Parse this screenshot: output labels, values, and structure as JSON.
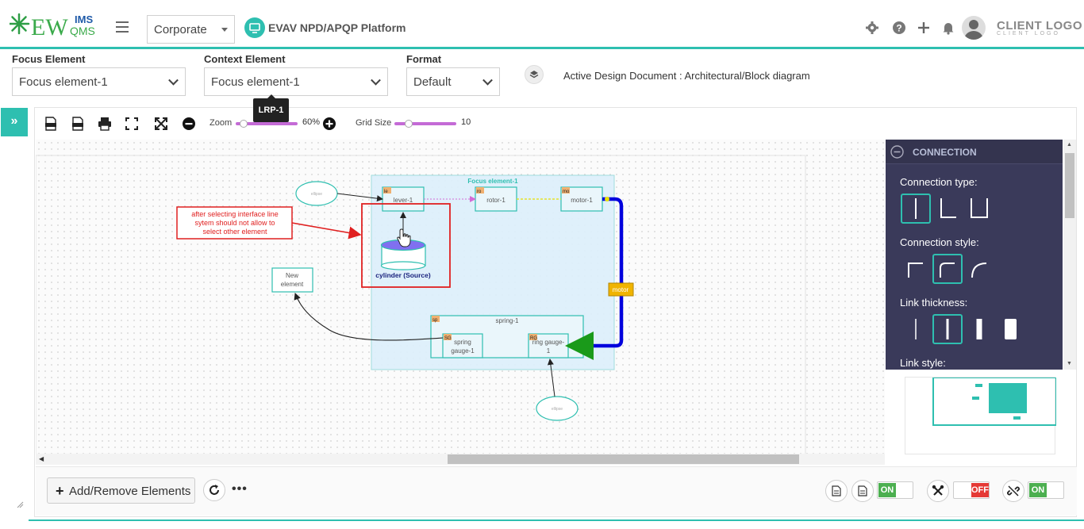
{
  "header": {
    "logo_main": "EW",
    "logo_sub_top": "IMS",
    "logo_sub_bottom": "QMS",
    "company_select": "Corporate",
    "platform_title": "EVAV NPD/APQP Platform",
    "client_logo": "CLIENT LOGO",
    "client_logo_sub": "CLIENT LOGO",
    "icons": [
      "gear-icon",
      "help-icon",
      "plus-icon",
      "bell-icon",
      "avatar"
    ]
  },
  "filters": {
    "focus_label": "Focus Element",
    "focus_value": "Focus element-1",
    "context_label": "Context Element",
    "context_value": "Focus element-1",
    "context_tooltip": "LRP-1",
    "format_label": "Format",
    "format_value": "Default",
    "active_doc": "Active Design Document : Architectural/Block diagram"
  },
  "toolbar": {
    "zoom_label": "Zoom",
    "zoom_value": "60%",
    "grid_label": "Grid Size",
    "grid_value": "10",
    "icons": [
      "svg-export-icon",
      "png-export-icon",
      "print-icon",
      "fit-screen-icon",
      "expand-icon",
      "zoom-out-icon",
      "zoom-in-icon"
    ]
  },
  "diagram": {
    "focus_group": "Focus element-1",
    "nodes": {
      "lever_tag": "le",
      "lever": "lever-1",
      "rotor_tag": "ro",
      "rotor": "rotor-1",
      "motor_tag": "mo",
      "motor": "motor-1",
      "spring_tag": "sp",
      "spring": "spring-1",
      "sg_tag": "SG",
      "spring_gauge_line1": "spring",
      "spring_gauge_line2": "gauge-1",
      "rg_tag": "RG",
      "ring_gauge_line1": "ring gauge-",
      "ring_gauge_line2": "1",
      "new_line1": "New",
      "new_line2": "element",
      "ellipse_top": "ellipse",
      "ellipse_bottom": "ellipse",
      "cylinder": "cylinder (Source)"
    },
    "link_label": "motor",
    "annotation_line1": "after selecting interface line",
    "annotation_line2": "sytem should not allow to",
    "annotation_line3": "select other element"
  },
  "panel": {
    "title": "CONNECTION",
    "type_label": "Connection type:",
    "style_label": "Connection style:",
    "thickness_label": "Link thickness:",
    "link_style_label": "Link style:"
  },
  "bottom": {
    "add_remove_label": "Add/Remove Elements",
    "toggle1": "ON",
    "toggle2": "OFF",
    "toggle3": "ON"
  },
  "colors": {
    "accent": "#2ebfb0",
    "panel_bg": "#3a3a5a",
    "annotation_red": "#e02020",
    "link_blue": "#0000dd",
    "toggle_on": "#4caf50",
    "toggle_off": "#e53935"
  }
}
